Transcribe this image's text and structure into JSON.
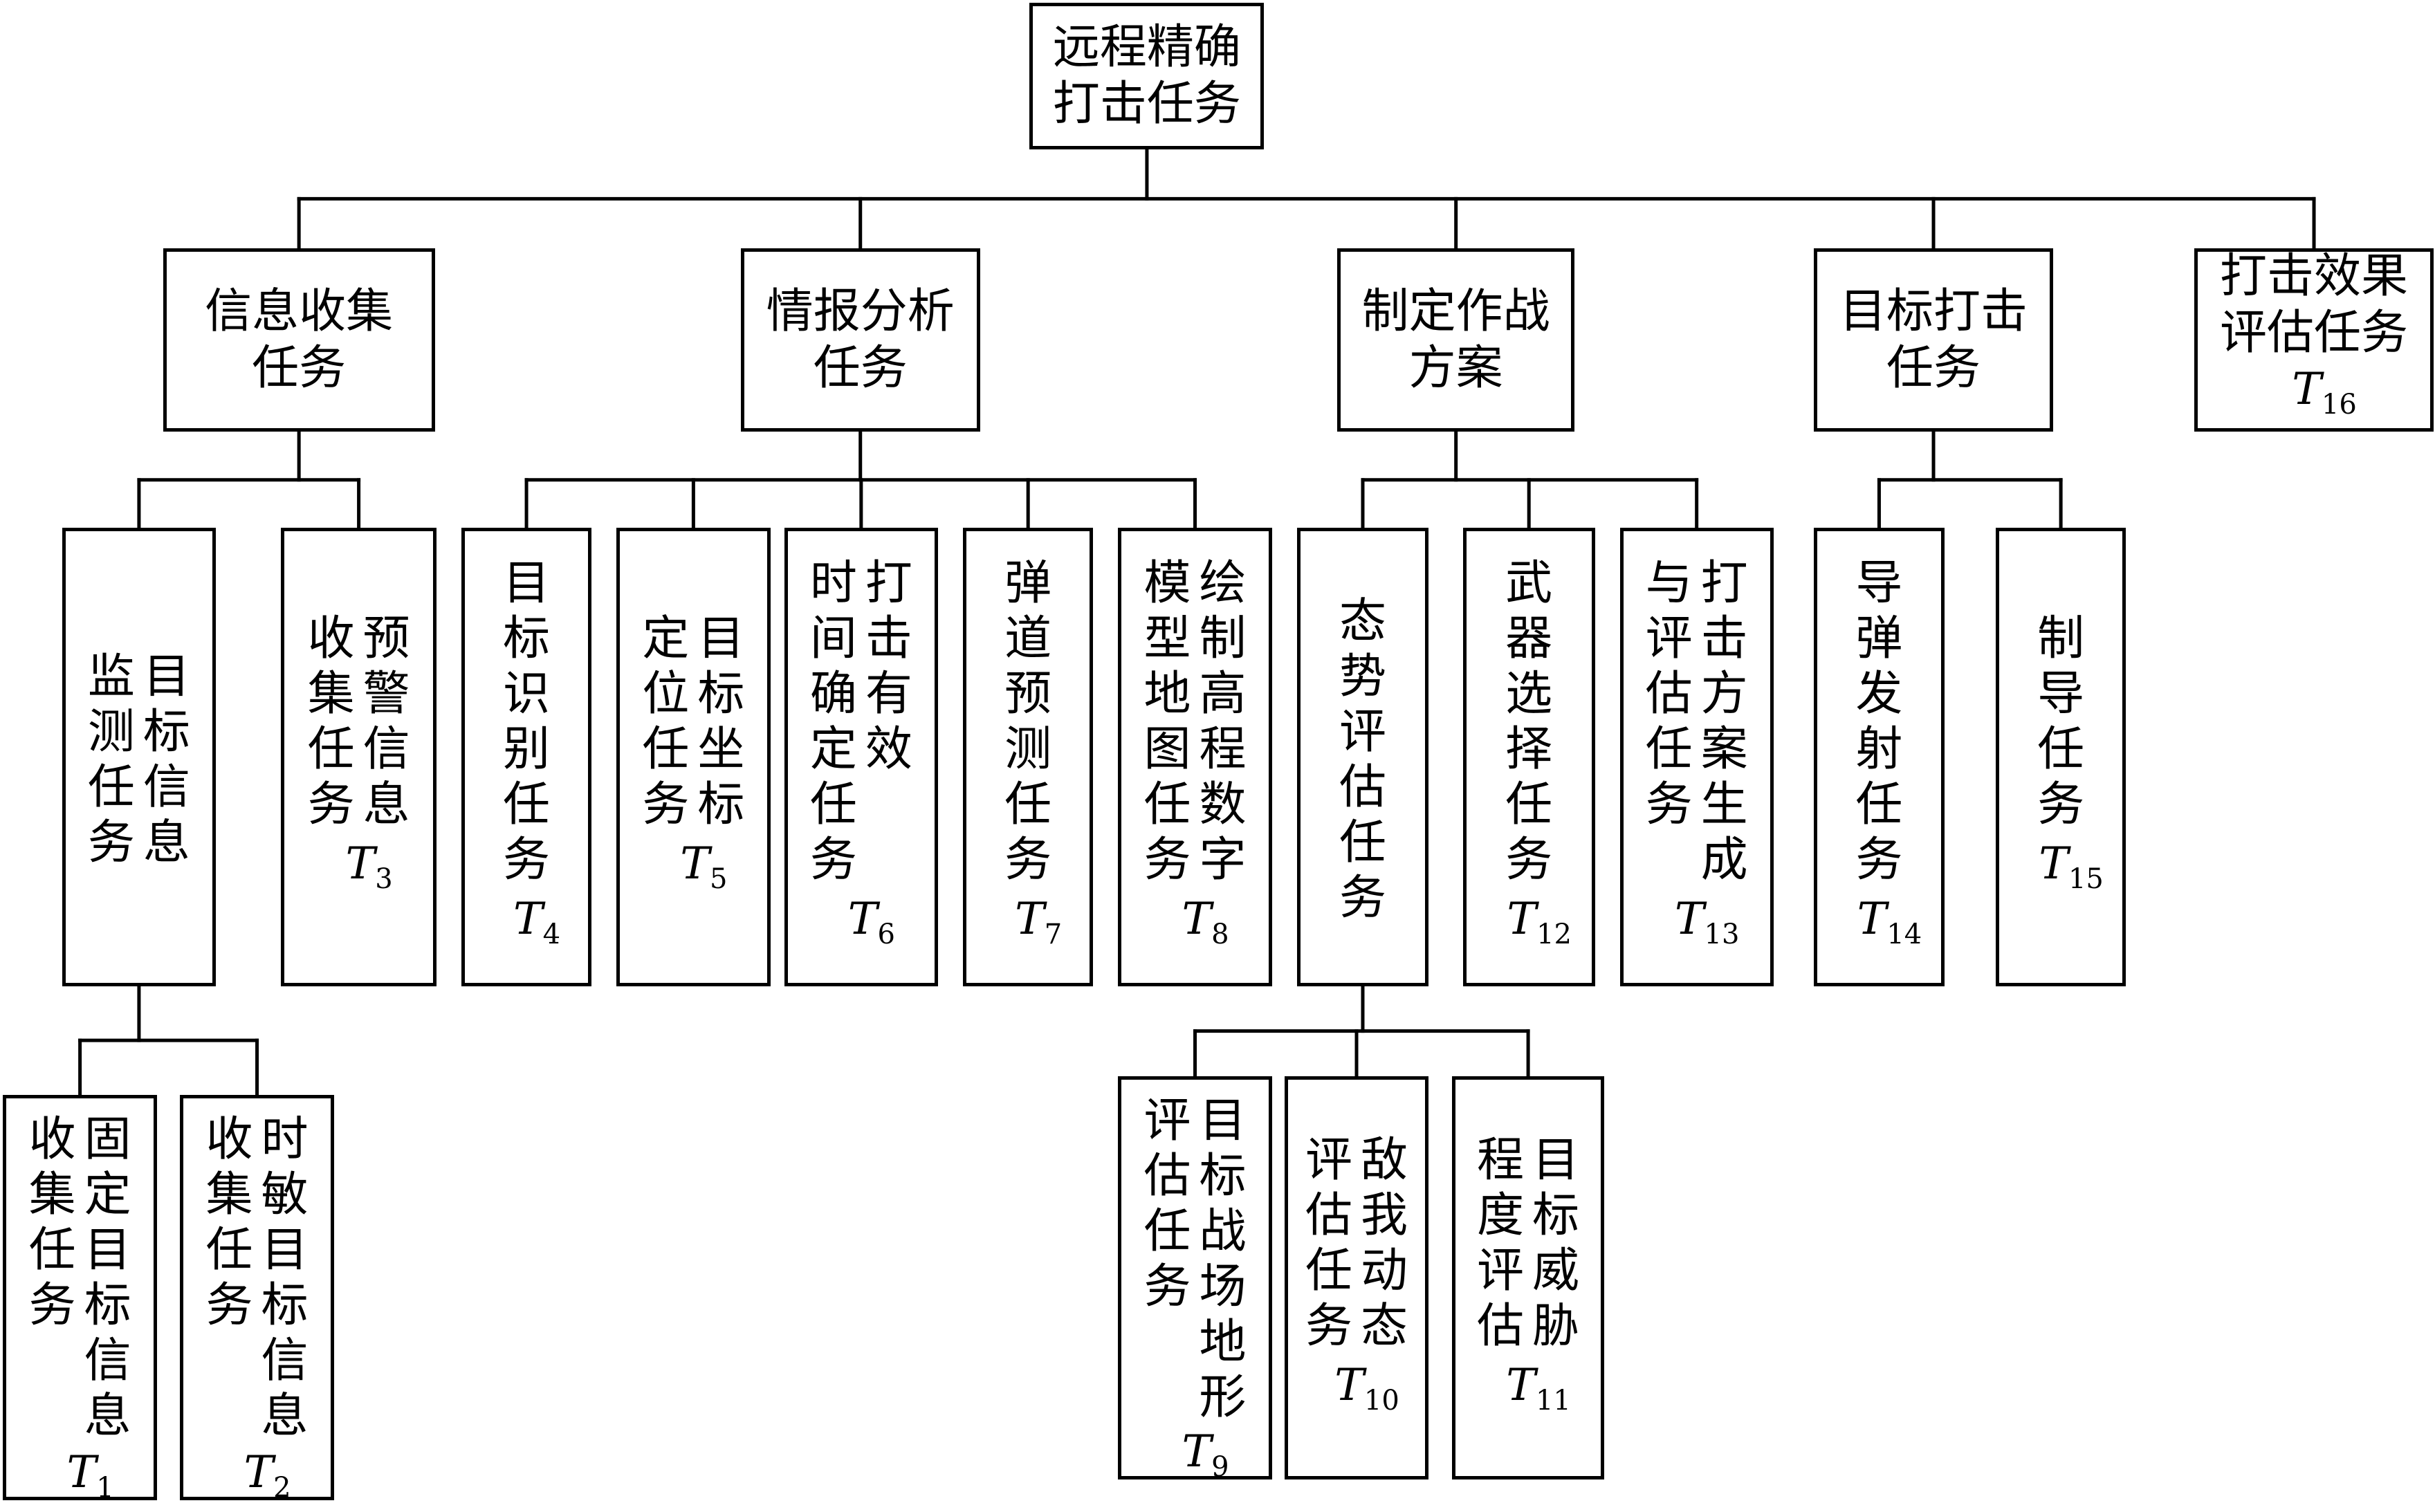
{
  "nodes": [
    {
      "id": "root",
      "title": "远程精确\n打击任务"
    },
    {
      "id": "collect",
      "title": "信息收集\n任务"
    },
    {
      "id": "intel",
      "title": "情报分析\n任务"
    },
    {
      "id": "plan",
      "title": "制定作战\n方案"
    },
    {
      "id": "strike",
      "title": "目标打击\n任务"
    },
    {
      "id": "eval",
      "title": "打击效果\n评估任务",
      "label": "T",
      "sub": "16"
    },
    {
      "id": "monitor",
      "cols": [
        "目标信息",
        "监测任务"
      ]
    },
    {
      "id": "t3",
      "cols": [
        "预警信息",
        "收集任务"
      ],
      "label": "T",
      "sub": "3"
    },
    {
      "id": "t4",
      "cols": [
        "目标识别任务"
      ],
      "label": "T",
      "sub": "4"
    },
    {
      "id": "t5",
      "cols": [
        "目标坐标",
        "定位任务"
      ],
      "label": "T",
      "sub": "5"
    },
    {
      "id": "t6",
      "cols": [
        "打击有效",
        "时间确定任务"
      ],
      "label": "T",
      "sub": "6"
    },
    {
      "id": "t7",
      "cols": [
        "弹道预测任务"
      ],
      "label": "T",
      "sub": "7"
    },
    {
      "id": "t8",
      "cols": [
        "绘制高程数字",
        "模型地图任务"
      ],
      "label": "T",
      "sub": "8"
    },
    {
      "id": "situation",
      "cols": [
        "态势评估任务"
      ]
    },
    {
      "id": "t12",
      "cols": [
        "武器选择任务"
      ],
      "label": "T",
      "sub": "12"
    },
    {
      "id": "t13",
      "cols": [
        "打击方案生成",
        "与评估任务"
      ],
      "label": "T",
      "sub": "13"
    },
    {
      "id": "t14",
      "cols": [
        "导弹发射任务"
      ],
      "label": "T",
      "sub": "14"
    },
    {
      "id": "t15",
      "cols": [
        "制导任务"
      ],
      "label": "T",
      "sub": "15"
    },
    {
      "id": "t1",
      "cols": [
        "固定目标信息",
        "收集任务"
      ],
      "label": "T",
      "sub": "1"
    },
    {
      "id": "t2",
      "cols": [
        "时敏目标信息",
        "收集任务"
      ],
      "label": "T",
      "sub": "2"
    },
    {
      "id": "t9",
      "cols": [
        "目标战场地形",
        "评估任务"
      ],
      "label": "T",
      "sub": "9"
    },
    {
      "id": "t10",
      "cols": [
        "敌我动态",
        "评估任务"
      ],
      "label": "T",
      "sub": "10"
    },
    {
      "id": "t11",
      "cols": [
        "目标威胁",
        "程度评估"
      ],
      "label": "T",
      "sub": "11"
    }
  ],
  "edges": [
    [
      "root",
      "collect"
    ],
    [
      "root",
      "intel"
    ],
    [
      "root",
      "plan"
    ],
    [
      "root",
      "strike"
    ],
    [
      "root",
      "eval"
    ],
    [
      "collect",
      "monitor"
    ],
    [
      "collect",
      "t3"
    ],
    [
      "intel",
      "t4"
    ],
    [
      "intel",
      "t5"
    ],
    [
      "intel",
      "t6"
    ],
    [
      "intel",
      "t7"
    ],
    [
      "intel",
      "t8"
    ],
    [
      "plan",
      "situation"
    ],
    [
      "plan",
      "t12"
    ],
    [
      "plan",
      "t13"
    ],
    [
      "strike",
      "t14"
    ],
    [
      "strike",
      "t15"
    ],
    [
      "monitor",
      "t1"
    ],
    [
      "monitor",
      "t2"
    ],
    [
      "situation",
      "t9"
    ],
    [
      "situation",
      "t10"
    ],
    [
      "situation",
      "t11"
    ]
  ]
}
